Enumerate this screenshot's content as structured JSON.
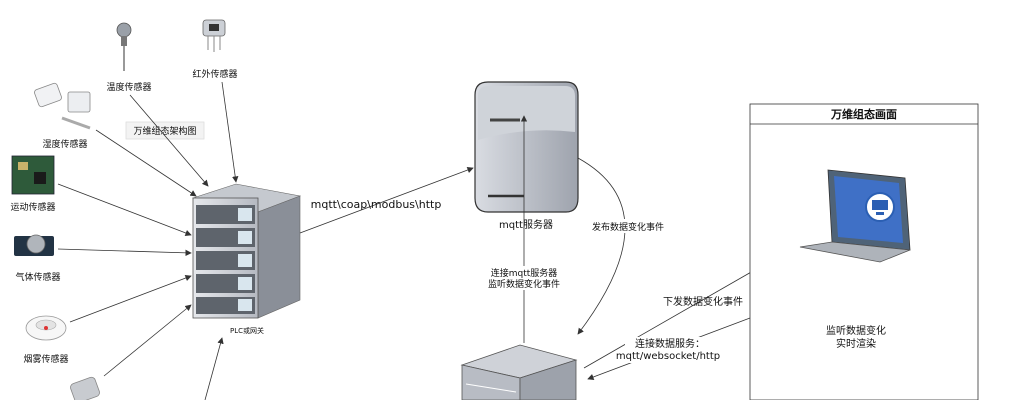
{
  "sensors": {
    "temperature": "温度传感器",
    "infrared": "红外传感器",
    "humidity": "湿度传感器",
    "motion": "运动传感器",
    "gas": "气体传感器",
    "smoke": "烟雾传感器"
  },
  "note": "万维组态架构图",
  "gateway": "PLC或网关",
  "protocols": "mqtt\\coap\\modbus\\http",
  "mqtt_server": "mqtt服务器",
  "publish_event": "发布数据变化事件",
  "connect_mqtt": [
    "连接mqtt服务器",
    "监听数据变化事件"
  ],
  "dispatch_event": "下发数据变化事件",
  "connect_data": [
    "连接数据服务：",
    "mqtt/websocket/http"
  ],
  "panel": {
    "title": "万维组态画面",
    "body": [
      "监听数据变化",
      "实时渲染"
    ]
  }
}
